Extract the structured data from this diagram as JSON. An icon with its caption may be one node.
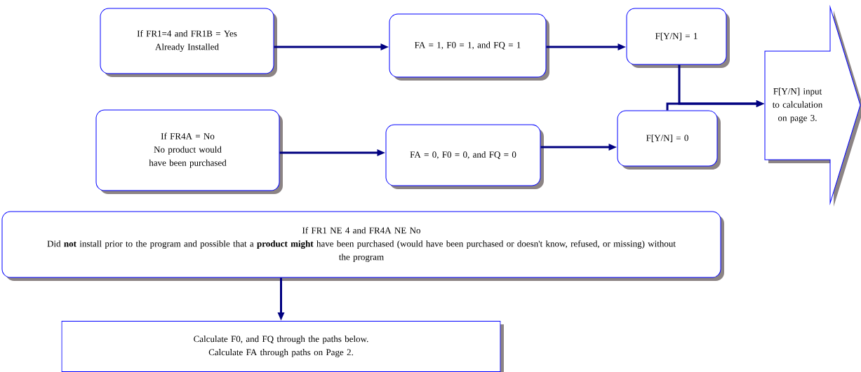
{
  "diagram": {
    "nodes": [
      {
        "text": [
          "If FR1=4 and FR1B = Yes",
          "Already Installed"
        ]
      },
      {
        "text": [
          "FA = 1, F0 = 1, and FQ = 1"
        ]
      },
      {
        "text": [
          "F[Y/N] = 1"
        ]
      },
      {
        "text": [
          "If FR4A = No",
          "No product would have been purchased"
        ]
      },
      {
        "text": [
          "FA = 0, F0 = 0, and FQ = 0"
        ]
      },
      {
        "text": [
          "F[Y/N] = 0"
        ]
      },
      {
        "text": [
          "F[Y/N] input to calculation on page 3."
        ]
      },
      {
        "text": [
          "If FR1 NE 4 and FR4A NE No",
          "Did **not** install prior to the program and possible that a **product might** have been purchased (would have been purchased or doesn't know, refused, or missing) without the program"
        ]
      },
      {
        "text": [
          "Calculate F0, and FQ through the paths below.",
          "Calculate FA through paths on Page 2."
        ]
      }
    ],
    "edges": [
      {
        "from": 0,
        "to": 1,
        "arrow": "to"
      },
      {
        "from": 1,
        "to": 2,
        "arrow": "to"
      },
      {
        "from": 3,
        "to": 4,
        "arrow": "to"
      },
      {
        "from": 4,
        "to": 5,
        "arrow": "to"
      },
      {
        "from": 2,
        "to": 6,
        "arrow": "to"
      },
      {
        "from": 5,
        "to": 6,
        "arrow": "to"
      },
      {
        "from": 7,
        "to": 8,
        "arrow": "to"
      }
    ]
  }
}
